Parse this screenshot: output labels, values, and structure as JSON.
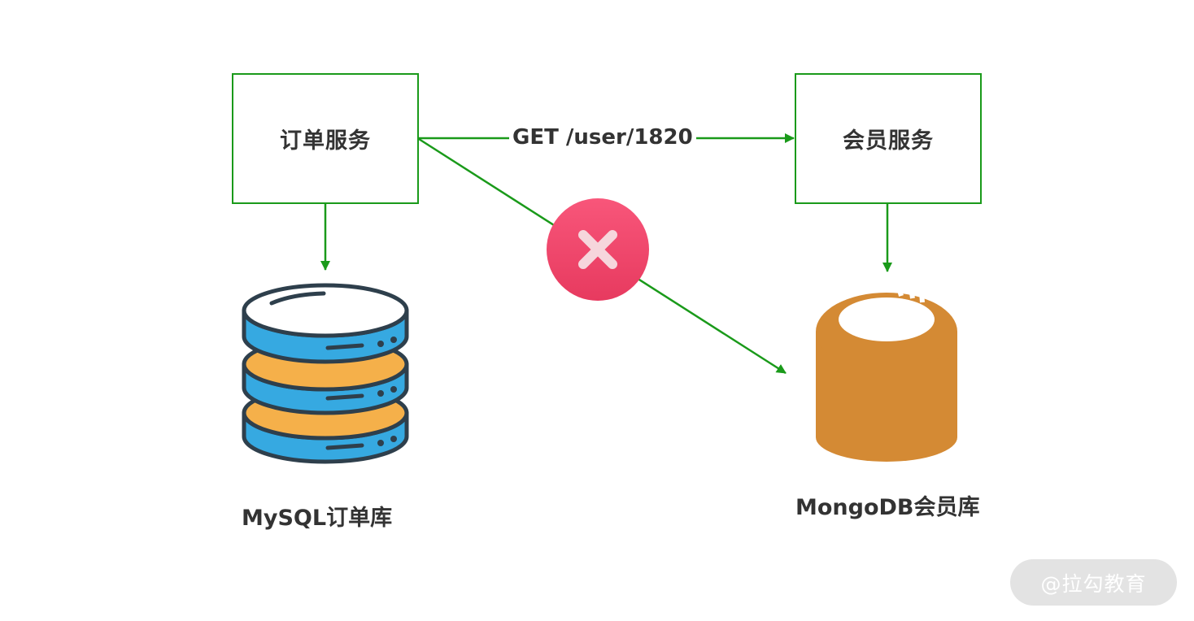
{
  "nodes": {
    "order_service": {
      "label": "订单服务"
    },
    "member_service": {
      "label": "会员服务"
    },
    "mysql_db": {
      "label": "MySQL订单库"
    },
    "mongodb_db": {
      "label": "MongoDB会员库"
    }
  },
  "edges": {
    "order_to_member": {
      "label": "GET /user/1820"
    }
  },
  "blocked_icon": "close-icon",
  "colors": {
    "connector": "#1a9a1a",
    "blocked": "#ef4466",
    "mysql_blue": "#36a9e1",
    "mysql_orange": "#f5b04a",
    "mongo_orange": "#d48a34"
  },
  "watermark": {
    "text": "@拉勾教育"
  }
}
